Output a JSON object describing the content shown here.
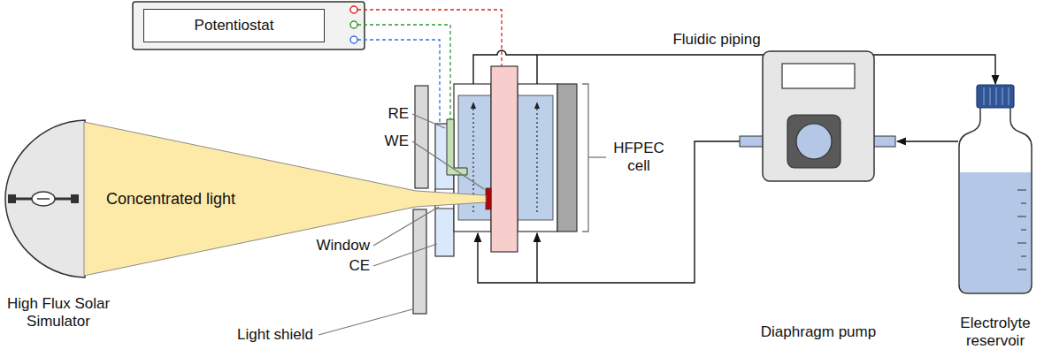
{
  "diagram": {
    "nodes": [
      {
        "text": [
          "Potentiostat"
        ]
      },
      {
        "text": [
          "Concentrated light"
        ]
      }
    ],
    "labels": [
      "Fluidic piping",
      "RE",
      "WE",
      "HFPEC cell",
      "Window",
      "CE",
      "High Flux Solar Simulator",
      "Light shield",
      "Diaphragm pump",
      "Electrolyte reservoir"
    ]
  }
}
